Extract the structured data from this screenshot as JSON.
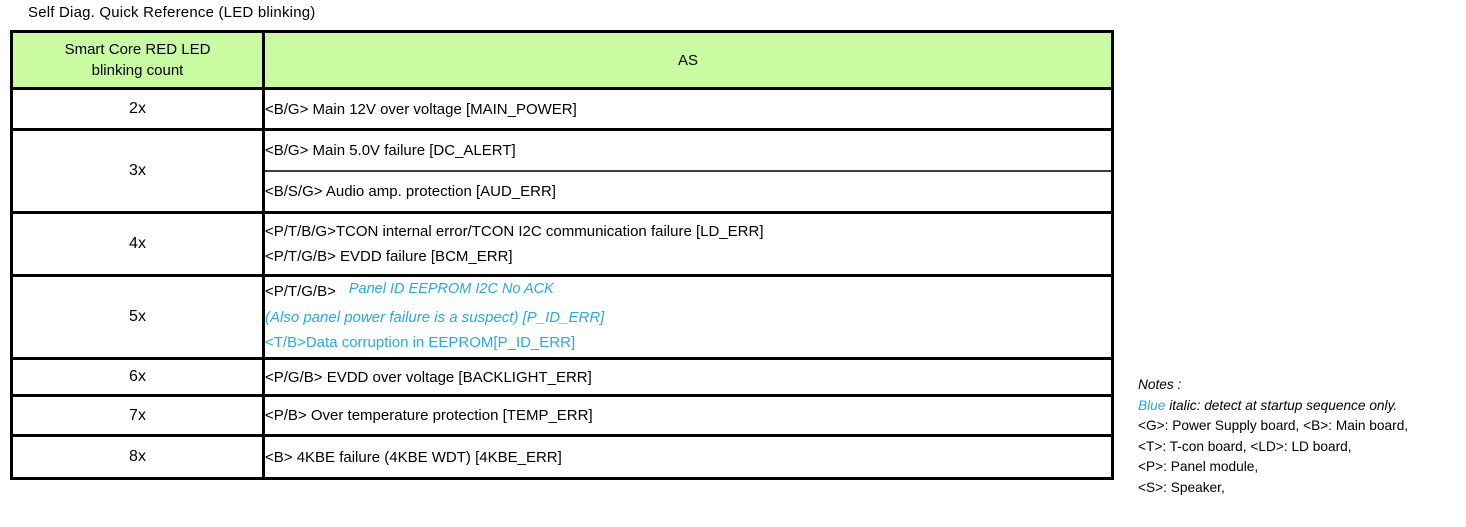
{
  "title": "Self Diag. Quick Reference (LED blinking)",
  "colors": {
    "header_green": "#c9fba3",
    "blue_text": "#29a9e1",
    "border_black": "#000000"
  },
  "table": {
    "header": {
      "col1_line1": "Smart Core RED LED",
      "col1_line2": "blinking count",
      "col2": "AS"
    },
    "rows": {
      "r2": {
        "count": "2x",
        "text": "<B/G> Main 12V over voltage [MAIN_POWER]"
      },
      "r3": {
        "count": "3x",
        "cell_a": "<B/G> Main 5.0V failure [DC_ALERT]",
        "cell_b": "<B/S/G> Audio amp. protection [AUD_ERR]"
      },
      "r4": {
        "count": "4x",
        "line1": "<P/T/B/G>TCON internal error/TCON I2C communication failure [LD_ERR]",
        "line2": "<P/T/G/B> EVDD failure [BCM_ERR]"
      },
      "r5": {
        "count": "5x",
        "line1_prefix": "<P/T/G/B>",
        "line1_blue_italic": "Panel ID EEPROM I2C No ACK",
        "line2_blue_italic": "(Also panel power failure is a suspect) [P_ID_ERR]",
        "line3_blue": "<T/B>Data corruption in EEPROM[P_ID_ERR]"
      },
      "r6": {
        "count": "6x",
        "text": "<P/G/B> EVDD over voltage [BACKLIGHT_ERR]"
      },
      "r7": {
        "count": "7x",
        "text": "<P/B> Over temperature protection [TEMP_ERR]"
      },
      "r8": {
        "count": "8x",
        "text": "<B> 4KBE failure (4KBE WDT) [4KBE_ERR]"
      }
    }
  },
  "notes": {
    "title": "Notes :",
    "blue_word": "Blue",
    "line2_rest": " italic: detect at startup sequence only.",
    "line3": "<G>: Power Supply board, <B>: Main board,",
    "line4": "<T>: T-con board, <LD>: LD board,",
    "line5": "<P>: Panel module,",
    "line6": "<S>: Speaker,"
  }
}
